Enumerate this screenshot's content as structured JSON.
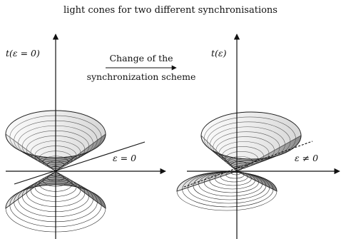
{
  "title": "light cones for two different synchronisations",
  "left_diagram": {
    "time_axis_label": "t(ε = 0)",
    "plane_label": "ε = 0"
  },
  "transition": {
    "line1": "Change of the",
    "line2": "synchronization scheme"
  },
  "right_diagram": {
    "time_axis_label": "t(ε)",
    "plane_label": "ε ≠ 0"
  },
  "colors": {
    "ink": "#111111",
    "cone_fill": "#c9c9c9",
    "cone_fill_dark": "#8a8a8a",
    "background": "#ffffff"
  }
}
